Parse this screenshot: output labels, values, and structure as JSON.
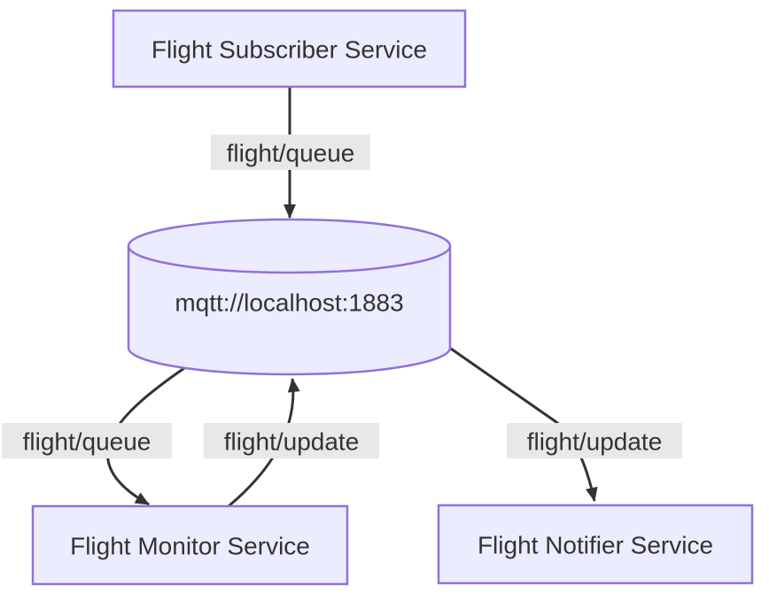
{
  "diagram": {
    "type": "flowchart",
    "nodes": {
      "subscriber": {
        "label": "Flight Subscriber Service",
        "shape": "rect"
      },
      "broker": {
        "label": "mqtt://localhost:1883",
        "shape": "cylinder"
      },
      "monitor": {
        "label": "Flight Monitor Service",
        "shape": "rect"
      },
      "notifier": {
        "label": "Flight Notifier Service",
        "shape": "rect"
      }
    },
    "edges": [
      {
        "from": "subscriber",
        "to": "broker",
        "label": "flight/queue"
      },
      {
        "from": "broker",
        "to": "monitor",
        "label": "flight/queue"
      },
      {
        "from": "monitor",
        "to": "broker",
        "label": "flight/update"
      },
      {
        "from": "broker",
        "to": "notifier",
        "label": "flight/update"
      }
    ],
    "colors": {
      "node_fill": "#ECECFF",
      "node_border": "#9370DB",
      "edge_line": "#333333",
      "edge_label_bg": "#E8E8E8",
      "text": "#333333",
      "background": "#FFFFFF"
    }
  }
}
